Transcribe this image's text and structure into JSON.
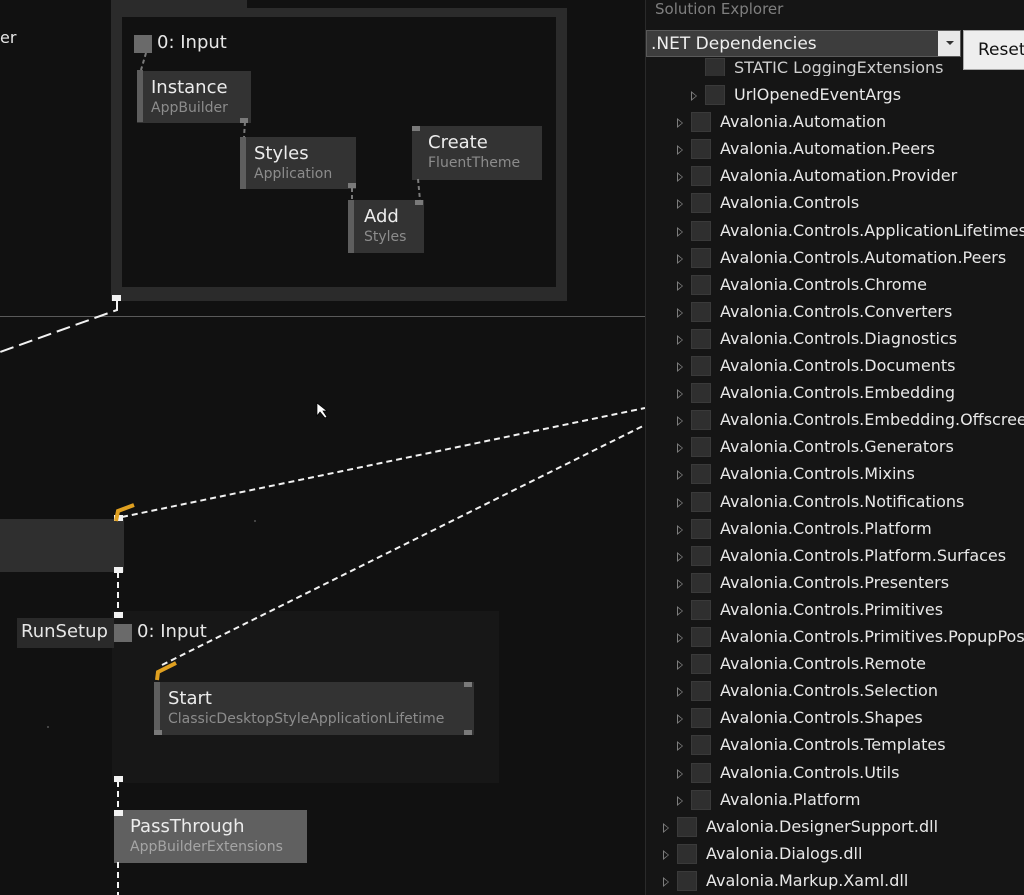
{
  "canvas": {
    "partial_label": "er",
    "group1": {
      "input_label": "0:  Input"
    },
    "nodes": {
      "instance": {
        "title": "Instance",
        "subtitle": "AppBuilder"
      },
      "styles": {
        "title": "Styles",
        "subtitle": "Application"
      },
      "create": {
        "title": "Create",
        "subtitle": "FluentTheme"
      },
      "add": {
        "title": "Add",
        "subtitle": "Styles"
      },
      "start": {
        "title": "Start",
        "subtitle": "ClassicDesktopStyleApplicationLifetime"
      },
      "passthrough": {
        "title": "PassThrough",
        "subtitle": "AppBuilderExtensions"
      }
    },
    "group2": {
      "name": "RunSetup",
      "input_label": "0:  Input"
    },
    "colors": {
      "background": "#111111",
      "node": "#333333",
      "wire": "#f2f2f2",
      "highlight": "#e0a020"
    }
  },
  "solution_explorer": {
    "title": "Solution Explorer",
    "dropdown_value": ".NET Dependencies",
    "reset_label": "Reset",
    "partial_item": "STATIC LoggingExtensions",
    "items": [
      {
        "label": "UrlOpenedEventArgs",
        "level": 2
      },
      {
        "label": "Avalonia.Automation",
        "level": 1
      },
      {
        "label": "Avalonia.Automation.Peers",
        "level": 1
      },
      {
        "label": "Avalonia.Automation.Provider",
        "level": 1
      },
      {
        "label": "Avalonia.Controls",
        "level": 1
      },
      {
        "label": "Avalonia.Controls.ApplicationLifetimes",
        "level": 1
      },
      {
        "label": "Avalonia.Controls.Automation.Peers",
        "level": 1
      },
      {
        "label": "Avalonia.Controls.Chrome",
        "level": 1
      },
      {
        "label": "Avalonia.Controls.Converters",
        "level": 1
      },
      {
        "label": "Avalonia.Controls.Diagnostics",
        "level": 1
      },
      {
        "label": "Avalonia.Controls.Documents",
        "level": 1
      },
      {
        "label": "Avalonia.Controls.Embedding",
        "level": 1
      },
      {
        "label": "Avalonia.Controls.Embedding.Offscreen",
        "level": 1
      },
      {
        "label": "Avalonia.Controls.Generators",
        "level": 1
      },
      {
        "label": "Avalonia.Controls.Mixins",
        "level": 1
      },
      {
        "label": "Avalonia.Controls.Notifications",
        "level": 1
      },
      {
        "label": "Avalonia.Controls.Platform",
        "level": 1
      },
      {
        "label": "Avalonia.Controls.Platform.Surfaces",
        "level": 1
      },
      {
        "label": "Avalonia.Controls.Presenters",
        "level": 1
      },
      {
        "label": "Avalonia.Controls.Primitives",
        "level": 1
      },
      {
        "label": "Avalonia.Controls.Primitives.PopupPositioning",
        "level": 1
      },
      {
        "label": "Avalonia.Controls.Remote",
        "level": 1
      },
      {
        "label": "Avalonia.Controls.Selection",
        "level": 1
      },
      {
        "label": "Avalonia.Controls.Shapes",
        "level": 1
      },
      {
        "label": "Avalonia.Controls.Templates",
        "level": 1
      },
      {
        "label": "Avalonia.Controls.Utils",
        "level": 1
      },
      {
        "label": "Avalonia.Platform",
        "level": 1
      },
      {
        "label": "Avalonia.DesignerSupport.dll",
        "level": 0
      },
      {
        "label": "Avalonia.Dialogs.dll",
        "level": 0
      },
      {
        "label": "Avalonia.Markup.Xaml.dll",
        "level": 0
      }
    ]
  }
}
